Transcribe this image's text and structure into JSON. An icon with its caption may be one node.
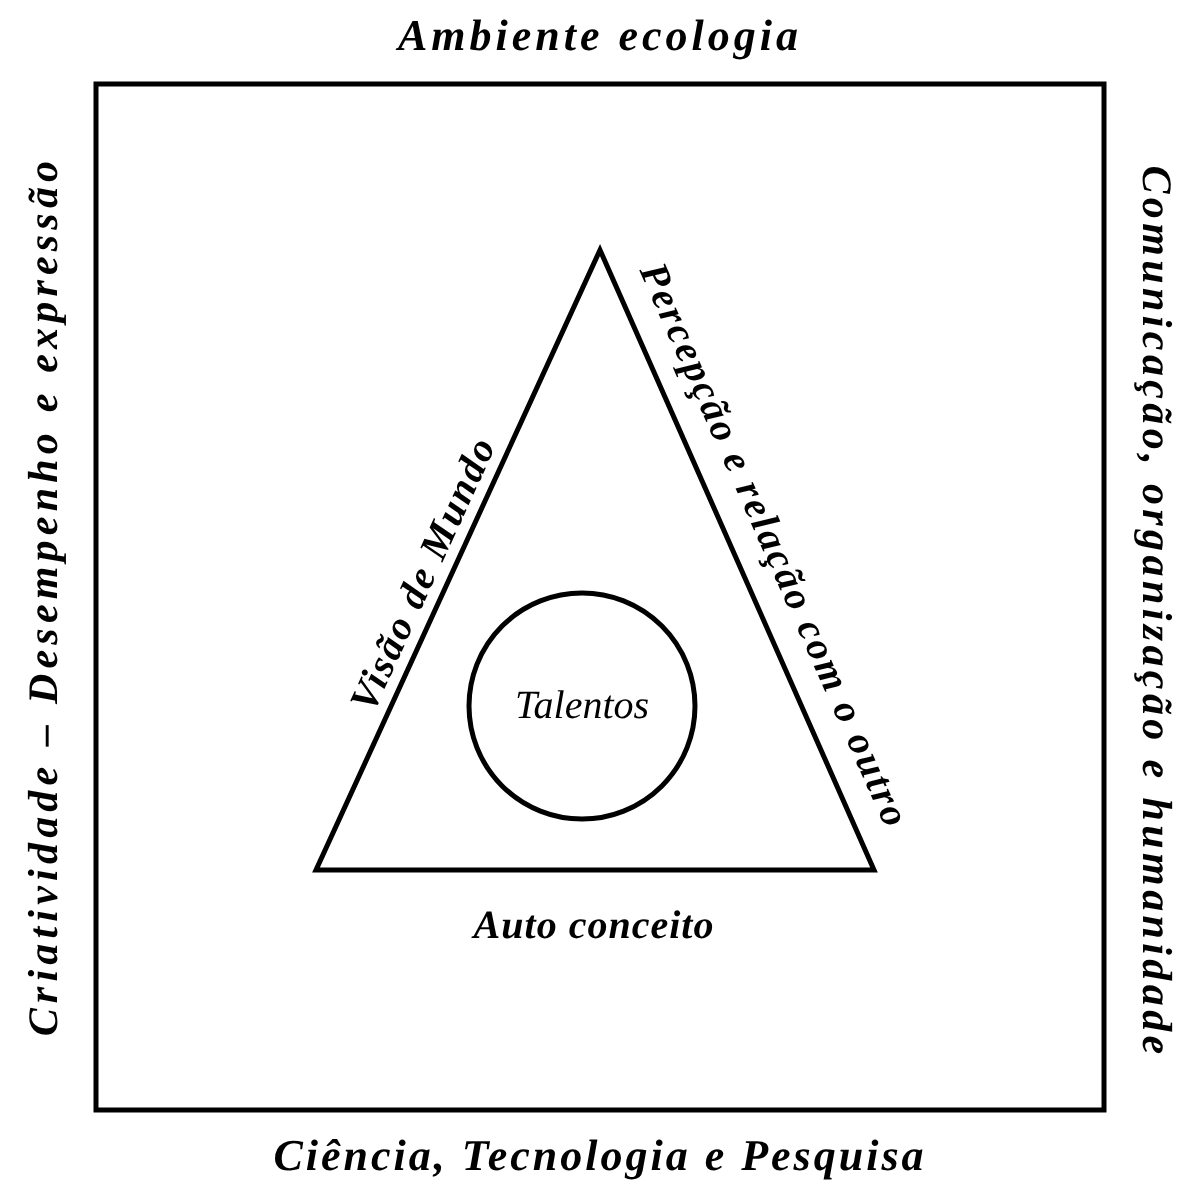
{
  "diagram": {
    "nodes": [
      {
        "text": [
          "Ambiente ecologia",
          "Criatividade – Desempenho e expressão",
          "Comunicação, organização e humanidade",
          "Ciência, Tecnologia e Pesquisa"
        ]
      },
      {
        "text": [
          "Visão de Mundo",
          "Percepção e relação com o outro",
          "Auto conceito"
        ],
        "in": 0
      },
      {
        "text": [
          "Talentos"
        ],
        "in": 1
      }
    ]
  }
}
